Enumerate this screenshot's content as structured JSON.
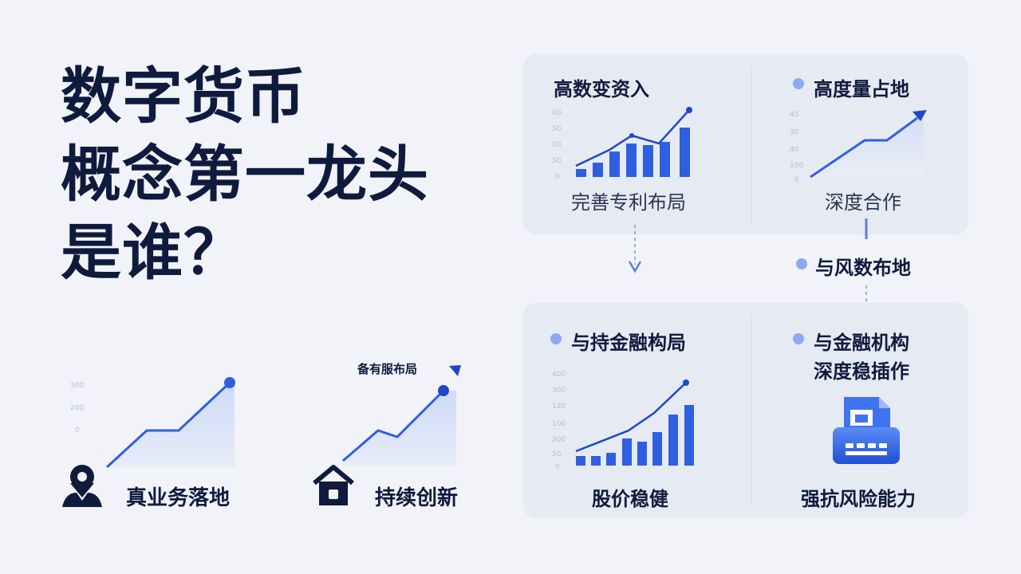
{
  "headline": {
    "line1": "数字货币",
    "line2": "概念第一龙头",
    "line3": "是谁？"
  },
  "left_items": [
    {
      "label": "真业务落地",
      "icon": "person-pin-icon"
    },
    {
      "label": "持续创新",
      "icon": "house-icon",
      "note": "备有服布局"
    }
  ],
  "cards": {
    "top_left": {
      "title": "高数变资入",
      "caption": "完善专利布局"
    },
    "top_right": {
      "title": "高度量占地",
      "caption": "深度合作"
    },
    "middle": {
      "label": "与风数布地"
    },
    "bottom_left": {
      "title": "与持金融构局",
      "caption": "股价稳健"
    },
    "bottom_right": {
      "title_line1": "与金融机构",
      "title_line2": "深度稳插作",
      "caption": "强抗风险能力",
      "icon": "document-printer-icon"
    }
  },
  "colors": {
    "accent": "#2f5fe0",
    "dark": "#0f1b3d",
    "panel": "#e6eaf2",
    "dot": "#8ea9ee"
  }
}
